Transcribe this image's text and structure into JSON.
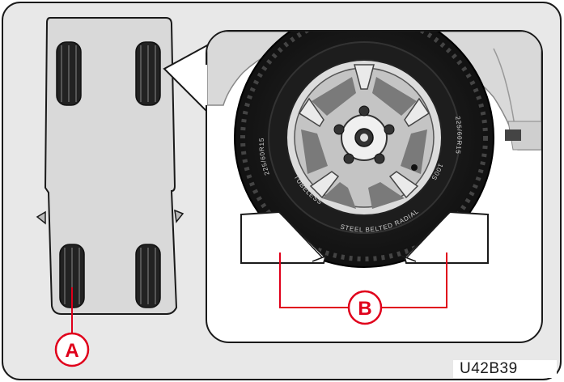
{
  "figure": {
    "reference_code": "U42B39",
    "callouts": [
      {
        "id": "A",
        "label": "A"
      },
      {
        "id": "B",
        "label": "B"
      }
    ],
    "sidewall_text": {
      "tubeless": "TUBELESS",
      "steel_belted": "STEEL BELTED RADIAL",
      "size": "225/60R15",
      "load": "100S"
    },
    "colors": {
      "frame_bg": "#e8e8e8",
      "panel_border": "#1a1a1a",
      "callout": "#e0001b",
      "car_body": "#d9d9d9"
    }
  }
}
